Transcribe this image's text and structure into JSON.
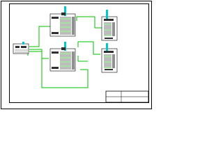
{
  "drawing": {
    "colors": {
      "background": "#ffffff",
      "frame": "#000000",
      "wire": "#00c000",
      "accent": "#00c8d0",
      "component": "#303030"
    },
    "panels": [
      {
        "id": "source"
      },
      {
        "id": "distribution-upper"
      },
      {
        "id": "distribution-lower"
      },
      {
        "id": "sub-panel-upper"
      },
      {
        "id": "sub-panel-lower"
      }
    ],
    "title_block": {
      "present": true
    }
  }
}
